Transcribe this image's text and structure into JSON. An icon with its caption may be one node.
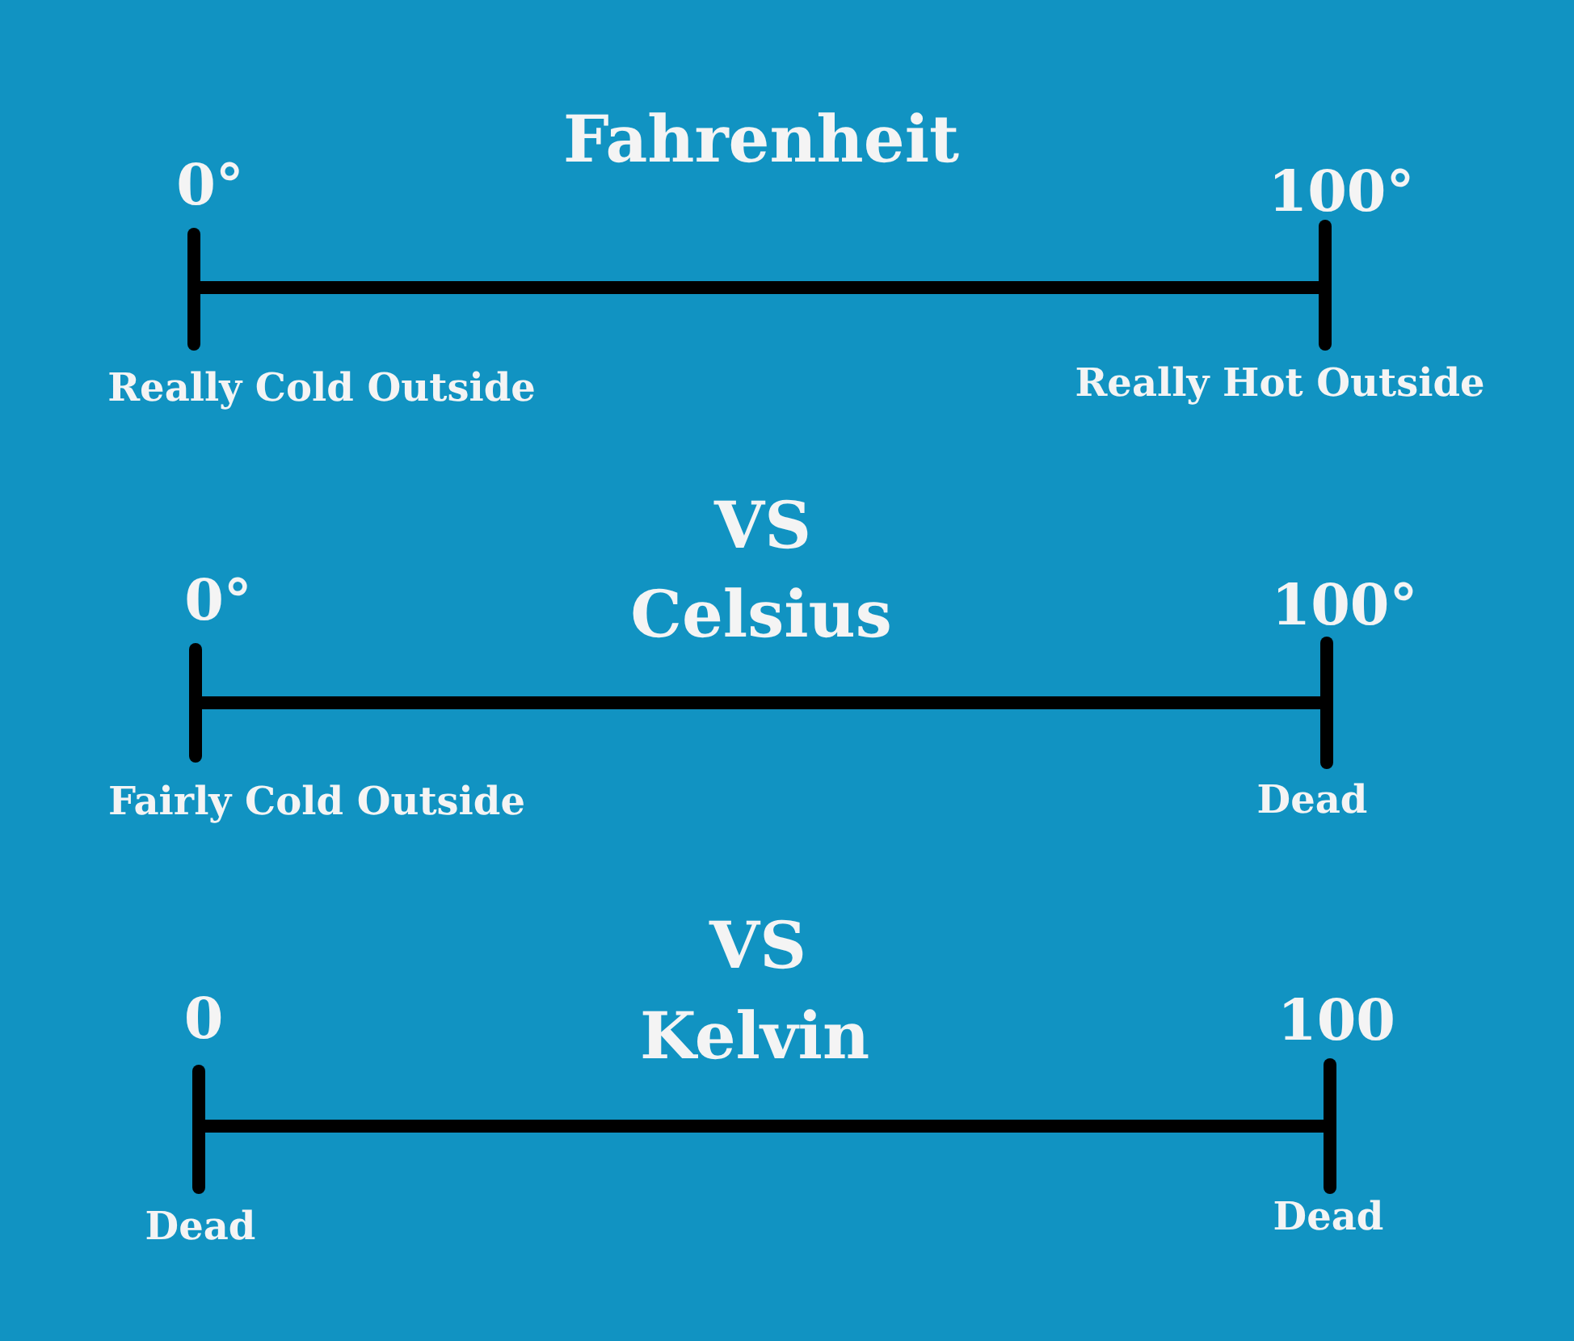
{
  "diagram": {
    "labels": [
      "Fahrenheit",
      "0°",
      "100°",
      "Really Cold Outside",
      "Really Hot Outside",
      "VS",
      "0°",
      "Celsius",
      "100°",
      "Fairly Cold Outside",
      "Dead",
      "VS",
      "0",
      "Kelvin",
      "100",
      "Dead",
      "Dead"
    ]
  }
}
